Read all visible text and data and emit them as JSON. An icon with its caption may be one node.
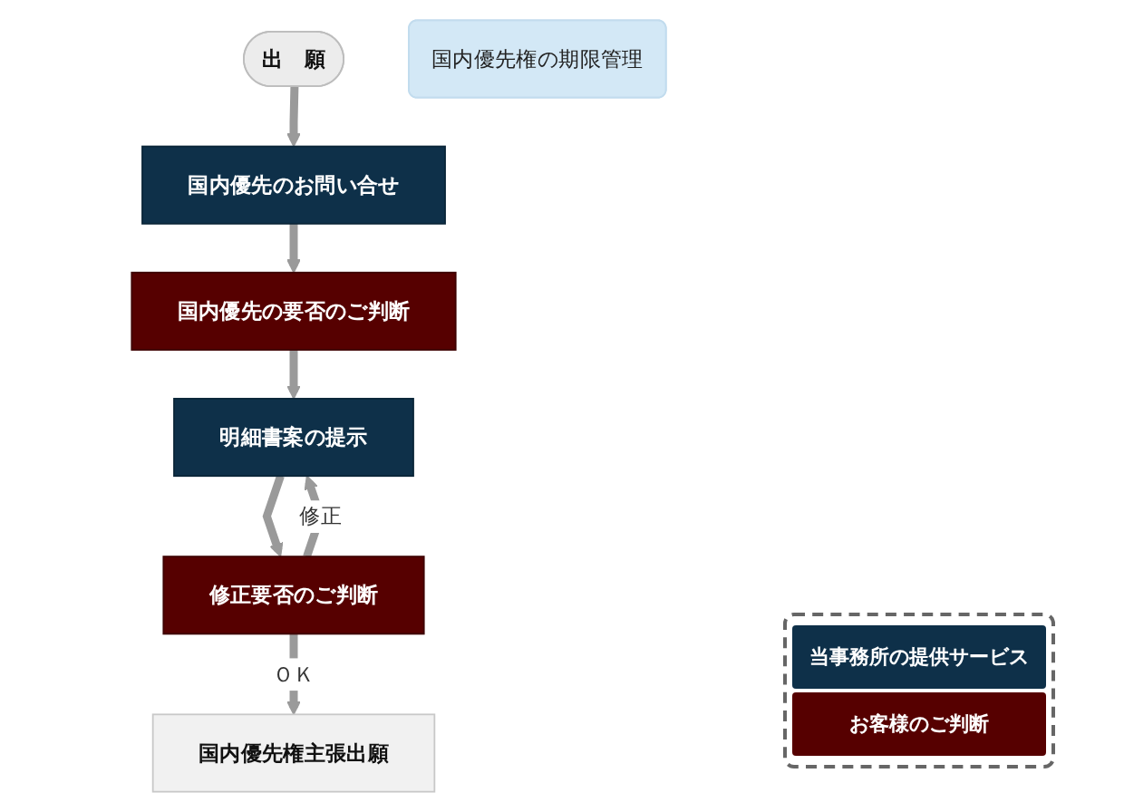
{
  "diagram": {
    "nodes": [
      {
        "text": [
          "出　願"
        ]
      },
      {
        "text": [
          "国内優先権の期限管理"
        ]
      },
      {
        "text": [
          "国内優先のお問い合せ"
        ]
      },
      {
        "text": [
          "国内優先の要否のご判断"
        ]
      },
      {
        "text": [
          "明細書案の提示"
        ]
      },
      {
        "text": [
          "修正要否のご判断"
        ]
      },
      {
        "text": [
          "国内優先権主張出願"
        ]
      }
    ],
    "edges": [
      {
        "from": 0,
        "to": 2,
        "arrow": "to"
      },
      {
        "from": 2,
        "to": 3,
        "arrow": "to"
      },
      {
        "from": 3,
        "to": 4,
        "arrow": "to"
      },
      {
        "from": 4,
        "to": 5,
        "arrow": "to"
      },
      {
        "from": 5,
        "to": 4,
        "arrow": "to",
        "label": "修正"
      },
      {
        "from": 5,
        "to": 6,
        "arrow": "to",
        "label": "ＯＫ"
      }
    ],
    "legend": [
      {
        "text": "当事務所の提供サービス",
        "color": "#0e3049"
      },
      {
        "text": "お客様のご判断",
        "color": "#560000"
      }
    ]
  }
}
